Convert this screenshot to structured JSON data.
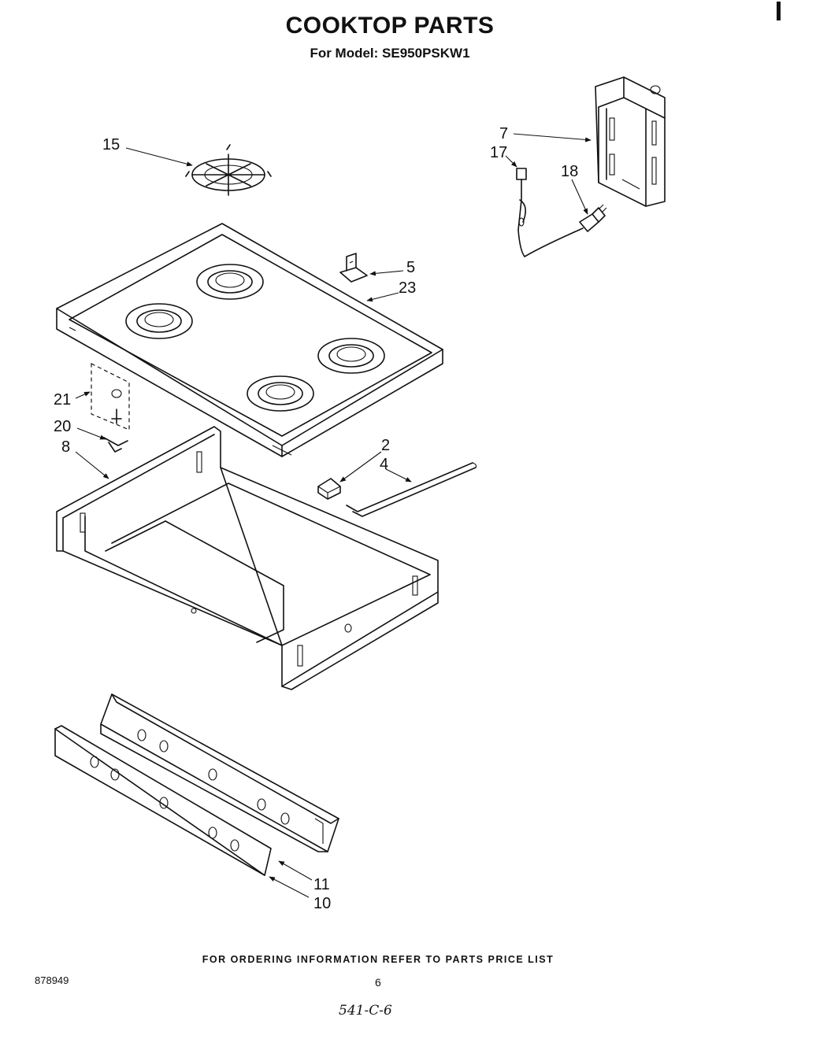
{
  "title": "COOKTOP PARTS",
  "subtitle": "For Model: SE950PSKW1",
  "footer": {
    "ordering_note": "FOR ORDERING INFORMATION REFER TO PARTS PRICE LIST",
    "doc_number": "878949",
    "page_number": "6",
    "handwritten_note": "541-C-6"
  },
  "callouts": {
    "c15": "15",
    "c7": "7",
    "c17": "17",
    "c18": "18",
    "c5": "5",
    "c23": "23",
    "c21": "21",
    "c20": "20",
    "c8": "8",
    "c2": "2",
    "c4": "4",
    "c11": "11",
    "c10": "10"
  }
}
